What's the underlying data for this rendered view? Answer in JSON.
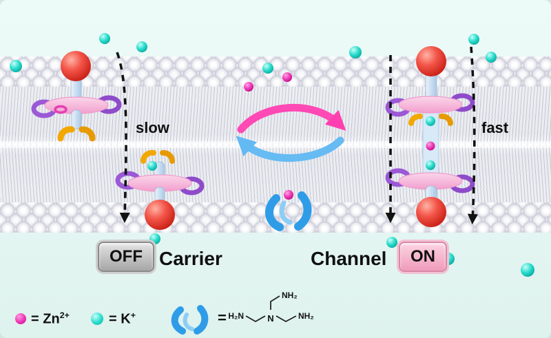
{
  "left": {
    "flow_label": "slow",
    "state_label": "OFF",
    "mechanism_label": "Carrier"
  },
  "right": {
    "flow_label": "fast",
    "state_label": "ON",
    "mechanism_label": "Channel"
  },
  "legend": {
    "zn_eq": "=",
    "zn_symbol": "Zn",
    "zn_charge": "2+",
    "k_eq": "=",
    "k_symbol": "K",
    "k_charge": "+",
    "molecule_eq": "=",
    "structure": {
      "center_n": "N",
      "top_amine": "NH₂",
      "left_amine": "H₂N",
      "right_amine": "NH₂"
    }
  },
  "colors": {
    "background": "#e7f6f2",
    "k_ion": "#1fd4c5",
    "zn_ion": "#e62fae",
    "red_ball": "#ef4136",
    "purple_ring": "#9b59d6",
    "pink_disc": "#f7b1d6",
    "yellow_clip": "#f2a800",
    "blue_molecule": "#2f9ce8",
    "arrow_pink": "#ff49b5",
    "arrow_blue": "#66bbf3",
    "off_badge": "#b5b5b5",
    "on_badge": "#f4a7c3"
  }
}
